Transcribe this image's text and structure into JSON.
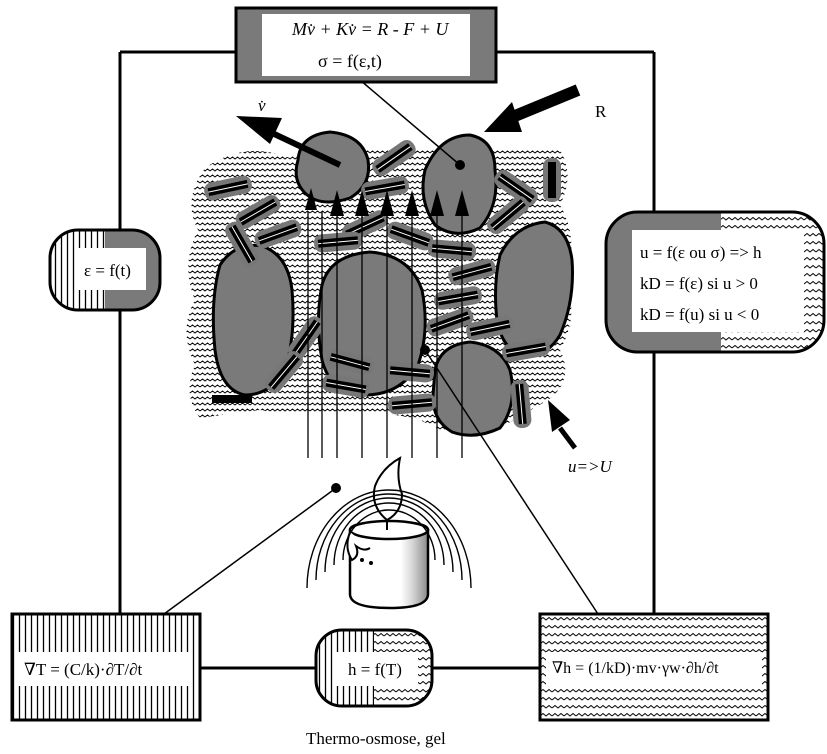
{
  "equations": {
    "top_line1": "Mv̇ + Kv̇ = R - F + U",
    "top_line2": "σ = f(ε,t)",
    "left": "ε = f(t)",
    "right_line1": "u = f(ε ou σ) => h",
    "right_line2": "kD = f(ε) si u > 0",
    "right_line3": "kD = f(u) si u < 0",
    "bottom_left": "∇T = (C/k)·∂T/∂t",
    "bottom_mid": "h = f(T)",
    "bottom_right": "∇h = (1/kD)·mv·γw·∂h/∂t"
  },
  "labels": {
    "v_dot": "v̇",
    "R": "R",
    "u_U": "u=>U",
    "caption": "Thermo-osmose, gel"
  },
  "colors": {
    "grain_fill": "#7a7a7a",
    "frame": "#000000",
    "background": "#ffffff"
  },
  "icons": {
    "heat_source": "candle-icon"
  }
}
